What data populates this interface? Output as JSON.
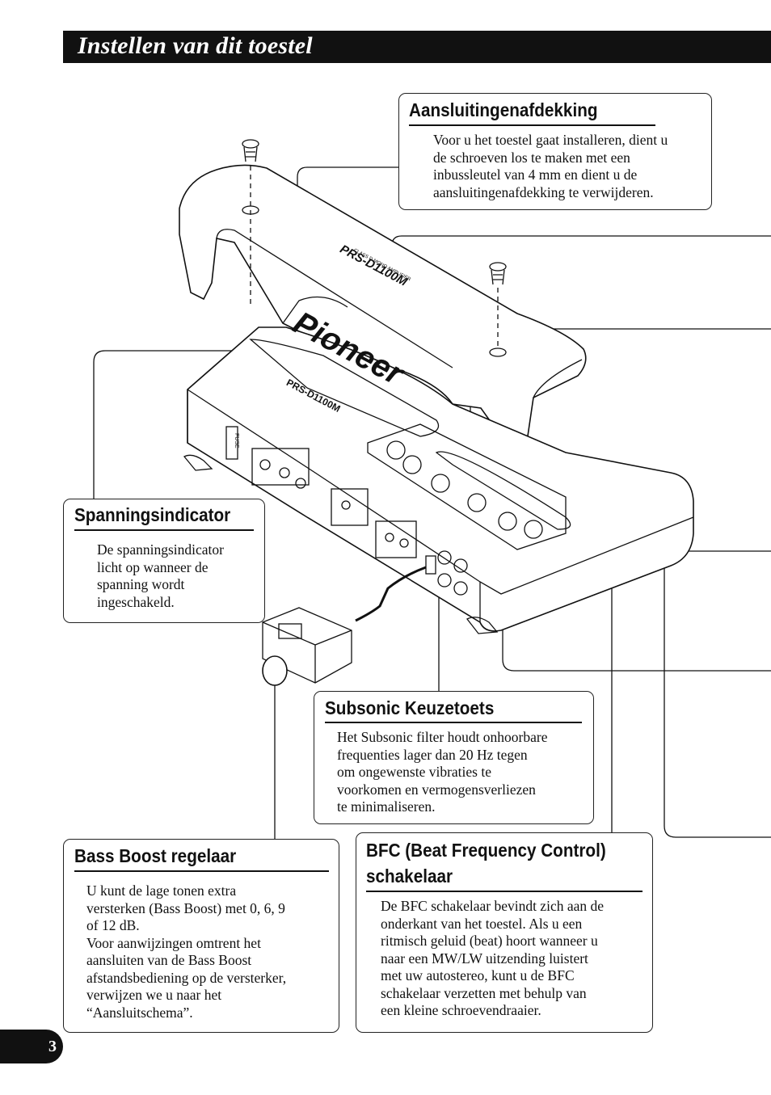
{
  "header": {
    "title": "Instellen van dit toestel"
  },
  "device": {
    "brand": "Pioneer",
    "model": "PRS-D1100M",
    "cover_model": "PRS-D1100M",
    "class_text": "CLASS D MONO AMPLIFIER",
    "fuse_label": "FUSE"
  },
  "callouts": {
    "cover": {
      "title": "Aansluitingenafdekking",
      "body": "Voor u het toestel gaat installeren, dient u\nde schroeven los te maken met een\ninbussleutel van 4 mm en dient u de\naansluitingenafdekking te verwijderen."
    },
    "power": {
      "title": "Spanningsindicator",
      "body": "De spanningsindicator\nlicht op wanneer de\nspanning wordt\ningeschakeld."
    },
    "subsonic": {
      "title": "Subsonic Keuzetoets",
      "body": "Het Subsonic filter houdt onhoorbare\nfrequenties lager dan 20 Hz tegen\nom ongewenste vibraties te\nvoorkomen en vermogensverliezen\nte minimaliseren."
    },
    "bass_boost": {
      "title": "Bass Boost regelaar",
      "body": "U kunt de lage tonen extra\nversterken (Bass Boost) met 0, 6, 9\nof 12 dB.\nVoor aanwijzingen omtrent het\naansluiten van de Bass Boost\nafstandsbediening op de versterker,\nverwijzen we u naar het\n“Aansluitschema”."
    },
    "bfc": {
      "title_line1": "BFC (Beat Frequency Control)",
      "title_line2": "schakelaar",
      "body": "De BFC schakelaar bevindt zich aan de\nonderkant van het toestel. Als u een\nritmisch geluid (beat) hoort wanneer u\nnaar een MW/LW uitzending luistert\nmet uw autostereo, kunt u de BFC\nschakelaar verzetten met behulp van\neen kleine schroevendraaier."
    }
  },
  "page": {
    "number": "3"
  }
}
